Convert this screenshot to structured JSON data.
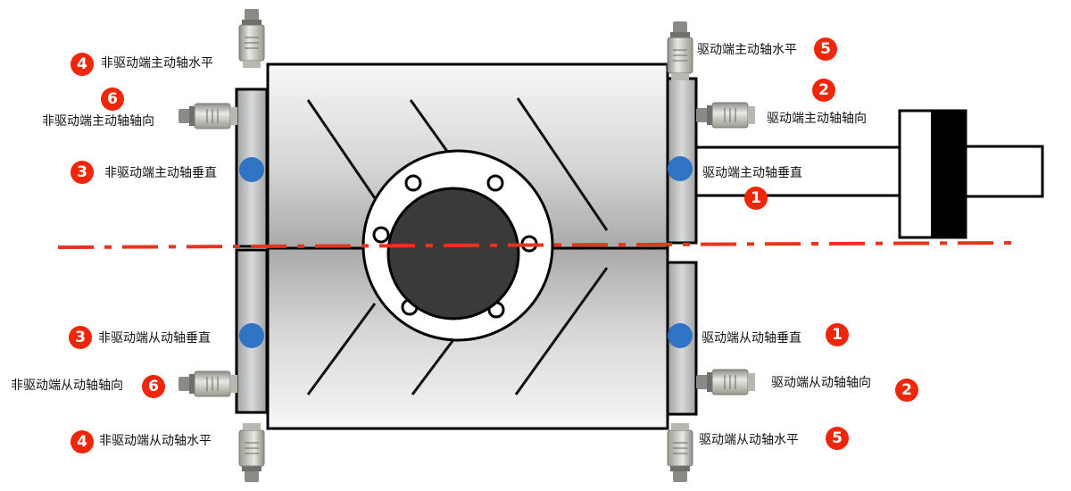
{
  "colors": {
    "badge": "#f0260a",
    "center_line": "#e8341c",
    "sensor_dot": "#2f73c4",
    "rotor": "#3a3a3a"
  },
  "icons": {
    "sensor": "vibration-sensor-icon",
    "dot": "sensor-point-icon"
  },
  "labels": {
    "nd_main_h": {
      "num": "4",
      "text": "非驱动端主动轴水平"
    },
    "nd_main_a": {
      "num": "6",
      "text": "非驱动端主动轴轴向"
    },
    "nd_main_v": {
      "num": "3",
      "text": "非驱动端主动轴垂直"
    },
    "nd_sub_v": {
      "num": "3",
      "text": "非驱动端从动轴垂直"
    },
    "nd_sub_a": {
      "num": "6",
      "text": "非驱动端从动轴轴向"
    },
    "nd_sub_h": {
      "num": "4",
      "text": "非驱动端从动轴水平"
    },
    "d_main_h": {
      "num": "5",
      "text": "驱动端主动轴水平"
    },
    "d_main_a": {
      "num": "2",
      "text": "驱动端主动轴轴向"
    },
    "d_main_v": {
      "num": "1",
      "text": "驱动端主动轴垂直"
    },
    "d_sub_v": {
      "num": "1",
      "text": "驱动端从动轴垂直"
    },
    "d_sub_a": {
      "num": "2",
      "text": "驱动端从动轴轴向"
    },
    "d_sub_h": {
      "num": "5",
      "text": "驱动端从动轴水平"
    }
  }
}
